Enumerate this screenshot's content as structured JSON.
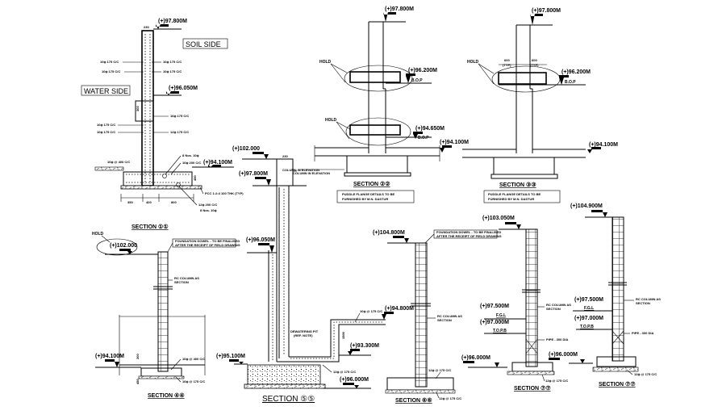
{
  "drawing": {
    "background_color": "#ffffff",
    "line_color": "#000000",
    "side_labels": {
      "soil_side": "SOIL SIDE",
      "water_side": "WATER SIDE"
    },
    "section_titles": {
      "s1": "SECTION ①①",
      "s2": "SECTION ②②",
      "s3": "SECTION ③③",
      "s4": "SECTION ④④",
      "s5": "SECTION ⑤⑤",
      "s6": "SECTION ⑥⑥",
      "s7a": "SECTION ⑦⑦",
      "s7b": "SECTION ⑦⑦"
    },
    "notes": {
      "puddle_flange_l1": "PUDDLE FLANGE DETAILS TO BE",
      "puddle_flange_l2": "FURNISHED BY M.N. DASTUR",
      "foundation_l1": "FOUNDATION DOWEL - TO BE FINALISED",
      "foundation_l2": "AFTER THE RECEIPT OF FIELD DRAWING",
      "column_elevation": "COLUMN IN ELEVATION",
      "dewatering_pit": "DEWATERING PIT",
      "dewatering_pit_2": "(REF. NOTE)",
      "hold": "HOLD",
      "bop": "B.O.P",
      "fgl": "F.G.L",
      "topb": "T.O.P.B",
      "typ": "(TYP)",
      "pcc": "PCC 1:2:4 100 THK (TYP)",
      "column_ref": "RC COLUMN AS",
      "column_ref_2": "SECTION",
      "pipe": "PIPE - 300 DIA"
    },
    "rebar": {
      "r1": "10ϕ 175 C/C",
      "r2": "10ϕ 175 C/C",
      "r3": "10ϕ 175 C/C",
      "r4": "10ϕ 175 C/C",
      "r5": "10ϕ 175 C/C",
      "r6": "10ϕ 175 C/C",
      "r7": "16ϕ 175 C/C",
      "r8": "12ϕ 175 C/C",
      "r9": "8 Nos. 10ϕ",
      "r10": "10ϕ 200 C/C",
      "r11": "12ϕ 200 C/C",
      "r12": "8 Nos. 10ϕ",
      "r13": "10ϕ @ 400 C/C",
      "r14": "10ϕ @ 175 C/C",
      "r15": "12ϕ @ 175 C/C",
      "r16": "10ϕ @ 400 C/C",
      "r17": "10ϕ @ 175 C/C",
      "r18": "12ϕ @ 175 C/C",
      "r19": "12ϕ @ 175 C/C"
    },
    "dimensions": {
      "d230a": "230",
      "d230b": "230",
      "d350": "350",
      "d400": "400",
      "d800": "800",
      "d450": "450",
      "d600a": "600",
      "d600b": "600",
      "d200": "200",
      "d300": "300",
      "d1500": "1500"
    },
    "levels": {
      "s1_top": "(+)97.800M",
      "s1_mid": "(+)96.050M",
      "s1_gl": "(+)94.100M",
      "s2_top": "(+)97.800M",
      "s2_bop1": "(+)96.200M",
      "s2_bop2": "(+)94.650M",
      "s2_gl": "(+)94.100M",
      "s3_top": "(+)97.800M",
      "s3_bop": "(+)96.200M",
      "s3_gl": "(+)94.100M",
      "s4_top": "(+)102.000",
      "s4_gl": "(+)94.100M",
      "s5_top": "(+)102.000",
      "s5_97": "(+)97.800M",
      "s5_96": "(+)96.050M",
      "s5_gl": "(+)95.100M",
      "s5_pit": "(+)94.800M",
      "s5_93": "(+)93.300M",
      "s5_bot": "(+)96.000M",
      "s6_top": "(+)104.800M",
      "s7a_top": "(+)103.050M",
      "s7a_fgl": "(+)97.500M",
      "s7a_topb": "(+)97.000M",
      "s7a_bot": "(+)96.000M",
      "s7b_top": "(+)104.900M",
      "s7b_fgl": "(+)97.500M",
      "s7b_topb": "(+)97.000M",
      "s7b_bot": "(+)96.000M"
    }
  }
}
